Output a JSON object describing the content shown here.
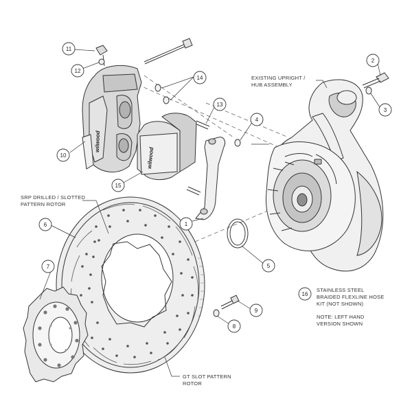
{
  "labels": {
    "existing_upright": [
      "EXISTING UPRIGHT /",
      "HUB ASSEMBLY"
    ],
    "srp_rotor": [
      "SRP DRILLED / SLOTTED",
      "PATTERN ROTOR"
    ],
    "gt_rotor": [
      "GT SLOT PATTERN",
      "ROTOR"
    ],
    "hose_kit": [
      "STAINLESS STEEL",
      "BRAIDED FLEXLINE HOSE",
      "KIT (NOT SHOWN)"
    ],
    "note": [
      "NOTE: LEFT HAND",
      "VERSION SHOWN"
    ]
  },
  "callouts": {
    "c1": "1",
    "c2": "2",
    "c3": "3",
    "c4": "4",
    "c5": "5",
    "c6": "6",
    "c7": "7",
    "c8": "8",
    "c9": "9",
    "c10": "10",
    "c11": "11",
    "c12": "12",
    "c14": "14",
    "c13": "13",
    "c15": "15",
    "c16": "16"
  },
  "branding": {
    "caliper_logo": "wilwood",
    "pad_logo": "wilwood"
  }
}
